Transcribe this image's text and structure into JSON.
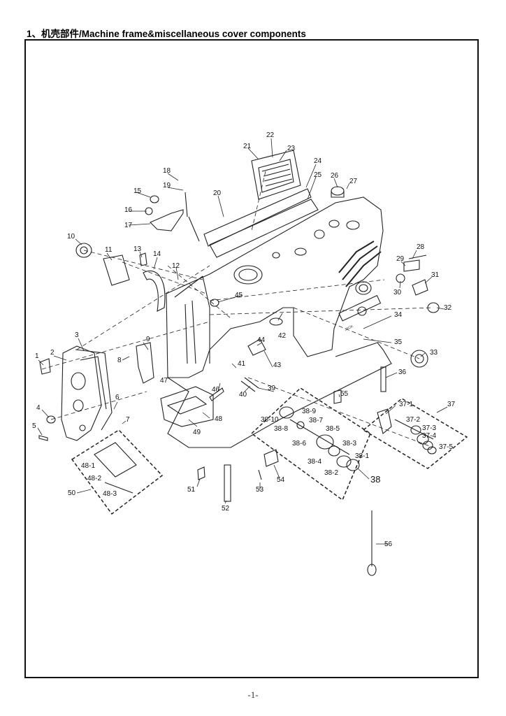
{
  "page": {
    "title": "1、机壳部件/Machine frame&miscellaneous cover components",
    "page_number": "-1-"
  },
  "diagram": {
    "callouts": [
      "1",
      "2",
      "3",
      "4",
      "5",
      "6",
      "7",
      "8",
      "9",
      "10",
      "11",
      "12",
      "13",
      "14",
      "15",
      "16",
      "17",
      "18",
      "19",
      "20",
      "21",
      "22",
      "23",
      "24",
      "25",
      "26",
      "27",
      "28",
      "29",
      "30",
      "31",
      "32",
      "33",
      "34",
      "35",
      "36",
      "37",
      "37-1",
      "37-2",
      "37-3",
      "37-4",
      "37-5",
      "38",
      "38-1",
      "38-2",
      "38-3",
      "38-4",
      "38-5",
      "38-6",
      "38-7",
      "38-8",
      "38-9",
      "38-10",
      "39",
      "40",
      "41",
      "42",
      "43",
      "44",
      "45",
      "46",
      "47",
      "48",
      "48-1",
      "48-2",
      "48-3",
      "49",
      "50",
      "51",
      "52",
      "53",
      "54",
      "55",
      "56"
    ],
    "brand_mark": "JACK"
  }
}
